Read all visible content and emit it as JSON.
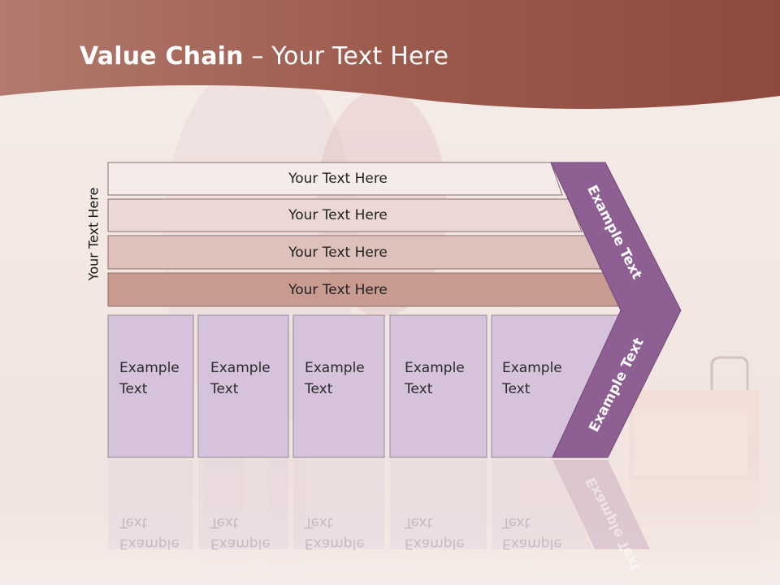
{
  "title": {
    "bold": "Value Chain",
    "dash": " – ",
    "rest": "Your Text Here"
  },
  "side_label": "Your Text Here",
  "rows": [
    {
      "label": "Your Text Here"
    },
    {
      "label": "Your Text Here"
    },
    {
      "label": "Your Text Here"
    },
    {
      "label": "Your Text Here"
    }
  ],
  "cells": [
    {
      "line1": "Example",
      "line2": "Text"
    },
    {
      "line1": "Example",
      "line2": "Text"
    },
    {
      "line1": "Example",
      "line2": "Text"
    },
    {
      "line1": "Example",
      "line2": "Text"
    },
    {
      "line1": "Example",
      "line2": "Text"
    }
  ],
  "chevron": {
    "upper_text": "Example Text",
    "lower_text": "Example Text"
  },
  "colors": {
    "header": "#9c5448",
    "chevron": "#8d5f93",
    "cell": "#d6c2da",
    "row1": "#f4ebea",
    "row2": "#ebd8d4",
    "row3": "#dfc1bb",
    "row4": "#c99a8f"
  }
}
